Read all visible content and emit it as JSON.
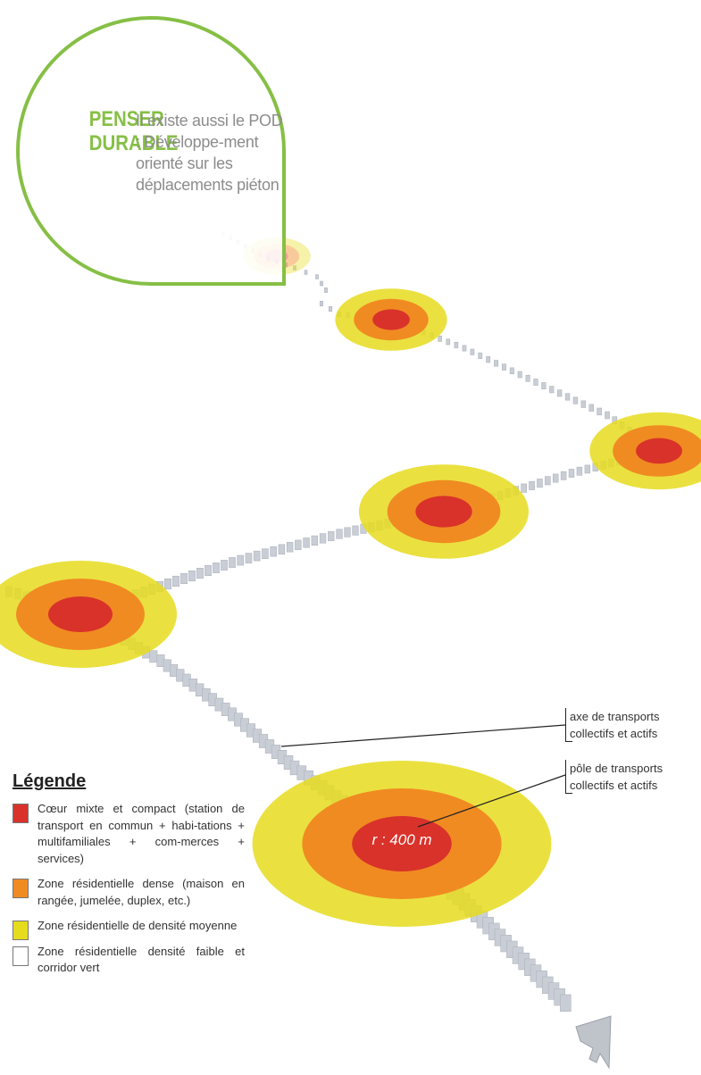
{
  "callout": {
    "title_line1": "PENSER",
    "title_line2": "DURABLE",
    "text": "Il existe aussi le POD : Développe-ment orienté sur les déplacements piéton"
  },
  "diagram": {
    "radius_label": "r : 400 m",
    "annotations": {
      "axis": "axe de transports collectifs et actifs",
      "pole": "pôle de transports collectifs et actifs"
    }
  },
  "legend": {
    "title": "Légende",
    "items": [
      {
        "color": "#d9322a",
        "label": "Cœur mixte et compact (station de transport en commun + habi-tations + multifamiliales + com-merces + services)"
      },
      {
        "color": "#f08b22",
        "label": "Zone résidentielle dense (maison en rangée, jumelée, duplex, etc.)"
      },
      {
        "color": "#e6dc1e",
        "label": "Zone résidentielle de densité moyenne"
      },
      {
        "color": "#ffffff",
        "label": "Zone résidentielle densité faible et corridor vert"
      }
    ]
  },
  "colors": {
    "accent_green": "#86bf45",
    "core_red": "#d9322a",
    "dense_orange": "#f08b22",
    "medium_yellow": "#e6dc1e",
    "path_grey": "#c9ced6"
  }
}
